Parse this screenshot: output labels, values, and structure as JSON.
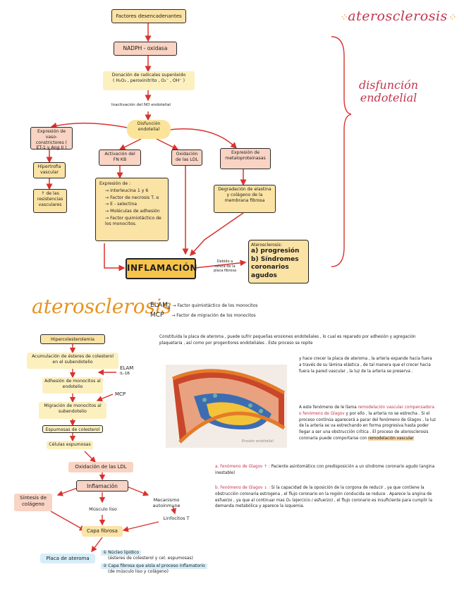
{
  "titles": {
    "main": "aterosclerosis",
    "main_dots": "⁘",
    "secondary": "aterosclerosis",
    "disfuncion": "disfunción endotelial"
  },
  "top_flow": {
    "factores": "Factores desencadenantes",
    "nadph": "NADPH - oxidasa",
    "donacion": "Donación de radicales superóxido",
    "donacion_sub": "( H₂O₂ , peroxinitrito , O₂⁻ , OH⁻ )",
    "inactivacion": "Inactivación del NO endotelial",
    "disfuncion": "Disfunción endotelial",
    "expresion_vaso": "Expresión de vaso-constrictores ( ET-1 y Ang II )",
    "hipertrofia": "Hipertrofia vascular",
    "resistencias": "↑ de las resistencias vasculares",
    "activacion_nfkb": "Activación del FN KB",
    "expresion_de": "Expresión de :",
    "expresion_items": [
      "→ interleucina 1 y 6",
      "→ Factor de necrosis T. α",
      "→ E - selectina",
      "→ Moléculas de adhesión",
      "→ Factor quimiotáctico de los monocitos."
    ],
    "oxidacion_ldl": "Oxidación de las LDL",
    "expresion_metalo": "Expresión de metaloproteinasas",
    "degradacion": "Degradación de elastina y colágeno de la membrana fibrosa",
    "inflamacion": "INFLAMACIÓN",
    "side_note": "Debido a rotura de la placa fibrosa",
    "athero_title": "Aterosclerosis:",
    "athero_a": "a) progresión",
    "athero_b": "b) Síndromes coronarios agudos"
  },
  "legend": {
    "elam": "ELAM",
    "elam_sub": "8",
    "elam_desc": "→ Factor quimiotáctico de los monocitos",
    "mcp": "MCP",
    "mcp_desc": "→ Factor de migración de los monocitos"
  },
  "bottom_flow": {
    "hiper": "Hipercolesterolemia",
    "acumulacion": "Acumulación de ésteres de colesterol en el subendotelio",
    "elam_label": "ELAM",
    "elam_nums": "IL-1B",
    "adhesion": "Adhesión de monocitos al endotelio",
    "mcp_label": "MCP",
    "migracion": "Migración de monocitos al subendotelio",
    "espumosas": "Espumosas de colesterol",
    "celulas": "Células espumosas",
    "oxidacion": "Oxidación de las LDL",
    "inflamacion": "Inflamación",
    "sintesis": "Síntesis de colágeno",
    "musculo": "Músculo liso",
    "mecanismo": "Mecanismo autoinmune",
    "linfocitos": "Linfocitos T",
    "capa": "Capa fibrosa",
    "placa": "Placa de ateroma",
    "placa_1": "① Núcleo lipídico",
    "placa_1_sub": "(ésteres de colesterol y cel. espumosas)",
    "placa_2": "② Capa fibrosa que aísla el proceso inflamatorio",
    "placa_2_sub": "(de músculo liso y colágeno)"
  },
  "text_block": {
    "p1": "Constituida la placa de ateroma , puede sufrir pequeñas erosiones endoteliales , lo cual es reparado por adhesión y agregación plaquetaria , así como por progenitores endoteliales . Este proceso se repite",
    "p1b": "y hace crecer la placa de ateroma , la arteria expande hacia fuera a través de su lámina elástica , de tal manera que el crecer hacia fuera la pared vascular , la luz de la arteria se preserva .",
    "p2_start": "A este fenómeno de le llama ",
    "p2_red": "remodelación vascular compensadora o fenómeno de Glagov",
    "p2_rest": " y por ello , la arteria no se estrecha . Si el proceso continúa aparecerá a parar del fenómeno de Glagov , la luz de la arteria se va estrechando en forma progresiva hasta poder llegar a ser una obstrucción crítica . El proceso de aterosclerosis coronaria puede comportarse con ",
    "p2_hl": "remodelación vascular",
    "vessel_caption": "Erosión endotelial",
    "a_label": "a. Fenómeno de Glagov ↑ :",
    "a_text": "Paciente asintomático con predisposición a un síndrome coronario agudo (angina inestable)",
    "b_label": "b. Fenómeno de Glagov ↓ :",
    "b_text": "Si la capacidad de la oposición de la corgona de reducir , ya que contiene la obstrucción coronaria estrogena , el flujo coronario en la región conducida se reduce . Aparece la angina de esfuerzo , ya que al continuar mas O₂ (ejercicio / esfuerzo) , el flujo coronario es insuficiente para cumplir la demanda metabólica y aparece la isquemia."
  }
}
